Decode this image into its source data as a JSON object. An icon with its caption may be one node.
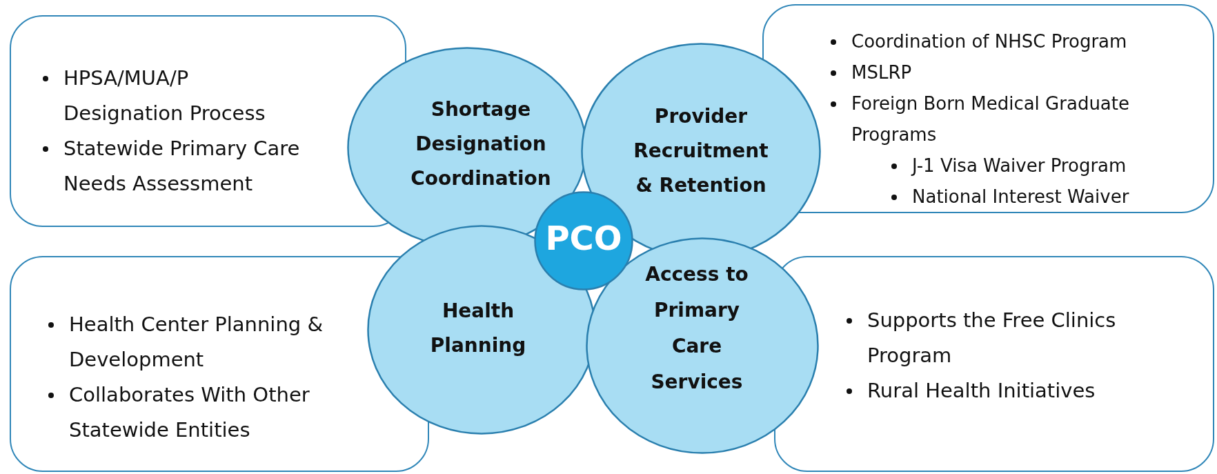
{
  "diagram": {
    "nodes": [
      {
        "text": [
          "HPSA/MUA/P Designation Process",
          "Statewide Primary Care Needs Assessment"
        ]
      },
      {
        "text": [
          "Shortage Designation Coordination"
        ]
      },
      {
        "text": [
          "Provider Recruitment & Retention"
        ]
      },
      {
        "text": [
          "Coordination of NHSC Program",
          "MSLRP",
          "Foreign Born Medical Graduate Programs",
          "J-1 Visa Waiver Program",
          "National Interest Waiver"
        ]
      },
      {
        "text": [
          "Health Center Planning & Development",
          "Collaborates With Other Statewide Entities"
        ]
      },
      {
        "text": [
          "Health Planning"
        ]
      },
      {
        "text": [
          "Access to Primary Care Services"
        ]
      },
      {
        "text": [
          "Supports the Free Clinics Program",
          "Rural Health Initiatives"
        ]
      },
      {
        "text": [
          "PCO"
        ]
      }
    ]
  }
}
